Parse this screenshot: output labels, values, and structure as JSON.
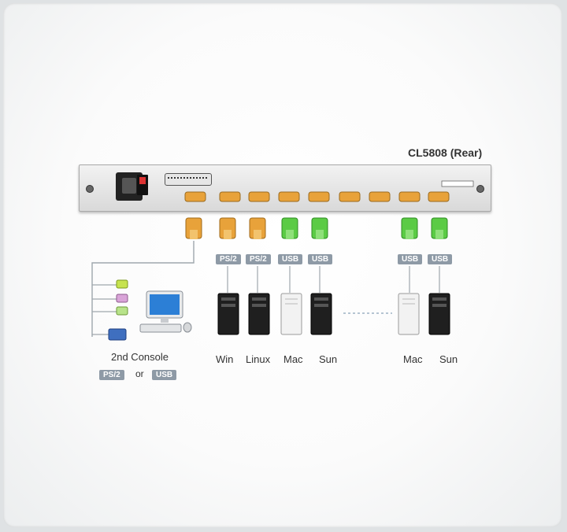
{
  "diagram": {
    "title": "CL5808 (Rear)",
    "tags": {
      "t1": "PS/2",
      "t2": "PS/2",
      "t3": "USB",
      "t4": "USB",
      "t5": "USB",
      "t6": "USB"
    },
    "computers": {
      "c1": "Win",
      "c2": "Linux",
      "c3": "Mac",
      "c4": "Sun",
      "c5": "Mac",
      "c6": "Sun"
    },
    "console": {
      "label": "2nd Console",
      "ps2": "PS/2",
      "or": "or",
      "usb": "USB"
    },
    "colors": {
      "ps2_connector": "#e8a23a",
      "usb_connector": "#5bcb45",
      "tag_bg": "#8e9aa6"
    }
  }
}
